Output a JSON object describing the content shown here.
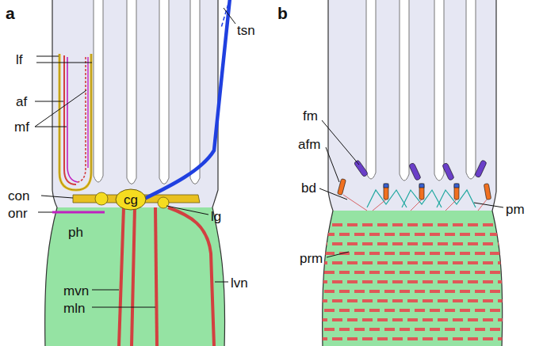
{
  "diagram": {
    "nodes": [
      {
        "text": [
          "cg"
        ]
      }
    ],
    "edges": [],
    "labels": [
      "a",
      "lf",
      "af",
      "mf",
      "con",
      "onr",
      "ph",
      "mvn",
      "mln",
      "tsn",
      "lg",
      "lvn",
      "b",
      "fm",
      "afm",
      "bd",
      "pm",
      "prm"
    ]
  }
}
